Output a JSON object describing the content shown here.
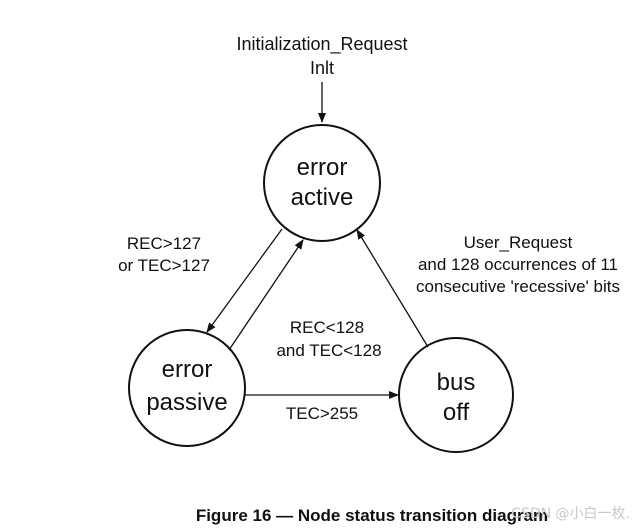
{
  "diagram": {
    "init_request": {
      "line1": "Initialization_Request",
      "line2": "Inlt"
    },
    "states": {
      "error_active": {
        "line1": "error",
        "line2": "active"
      },
      "error_passive": {
        "line1": "error",
        "line2": "passive"
      },
      "bus_off": {
        "line1": "bus",
        "line2": "off"
      }
    },
    "transitions": {
      "active_to_passive": {
        "line1": "REC>127",
        "line2": "or TEC>127"
      },
      "passive_to_active": {
        "line1": "REC<128",
        "line2": "and TEC<128"
      },
      "passive_to_busoff": {
        "line1": "TEC>255"
      },
      "busoff_to_active": {
        "line1": "User_Request",
        "line2": "and 128 occurrences of 11",
        "line3": "consecutive 'recessive' bits"
      }
    }
  },
  "caption": "Figure 16 — Node status transition diagram",
  "watermark": "CSDN @小白一枚."
}
